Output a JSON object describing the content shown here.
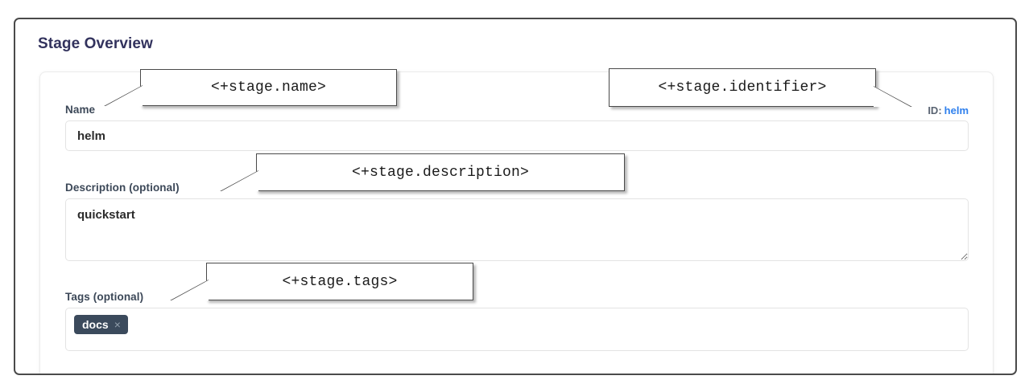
{
  "section": {
    "title": "Stage Overview"
  },
  "identifier": {
    "label": "ID:",
    "value": "helm"
  },
  "fields": {
    "name": {
      "label": "Name",
      "value": "helm",
      "placeholder": ""
    },
    "description": {
      "label": "Description (optional)",
      "value": "quickstart",
      "placeholder": ""
    },
    "tags": {
      "label": "Tags (optional)",
      "placeholder": "",
      "chips": [
        {
          "label": "docs",
          "remove_icon": "×"
        }
      ]
    }
  },
  "callouts": {
    "name": "<+stage.name>",
    "identifier": "<+stage.identifier>",
    "description": "<+stage.description>",
    "tags": "<+stage.tags>"
  },
  "colors": {
    "frame_border": "#4a4a4a",
    "heading_text": "#32325d",
    "label_text": "#3c4858",
    "id_value_link": "#2f80ed",
    "input_border": "#e3e3e3",
    "chip_background": "#3b4a5c",
    "chip_text": "#ffffff",
    "chip_remove": "#93a0ad",
    "callout_border": "#4a4a4a",
    "callout_background": "#ffffff"
  }
}
